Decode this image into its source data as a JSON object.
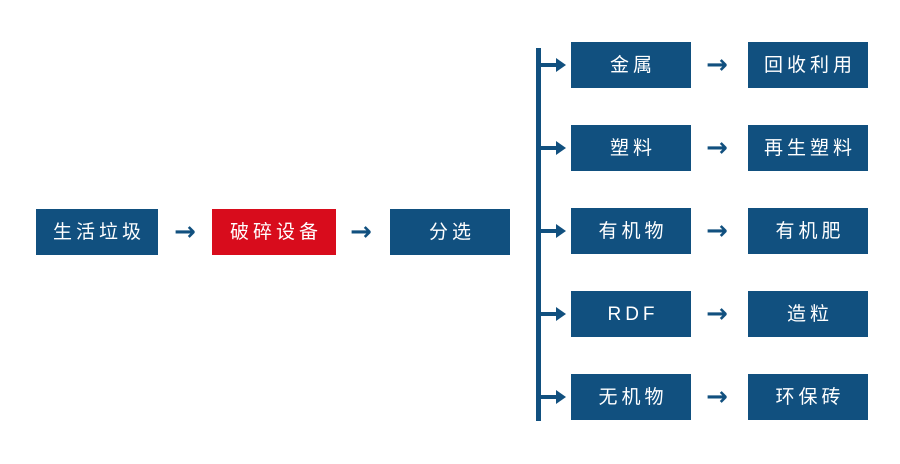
{
  "diagram": {
    "type": "process-flow",
    "title": "",
    "colors": {
      "primary_blue": "#11507F",
      "highlight_red": "#D80C1C",
      "background": "#FFFFFF",
      "node_text": "#FFFFFF"
    },
    "main_chain": [
      {
        "id": "waste",
        "label": "生活垃圾",
        "color": "blue"
      },
      {
        "id": "crusher",
        "label": "破碎设备",
        "color": "red"
      },
      {
        "id": "sorting",
        "label": "分选",
        "color": "blue"
      }
    ],
    "main_arrows": [
      {
        "id": "arrow-main-1",
        "glyph": "→"
      },
      {
        "id": "arrow-main-2",
        "glyph": "→"
      }
    ],
    "split_from": "sorting",
    "branches": [
      {
        "material": "金属",
        "product": "回收利用",
        "arrow": "→"
      },
      {
        "material": "塑料",
        "product": "再生塑料",
        "arrow": "→"
      },
      {
        "material": "有机物",
        "product": "有机肥",
        "arrow": "→"
      },
      {
        "material": "RDF",
        "product": "造粒",
        "arrow": "→"
      },
      {
        "material": "无机物",
        "product": "环保砖",
        "arrow": "→"
      }
    ]
  }
}
